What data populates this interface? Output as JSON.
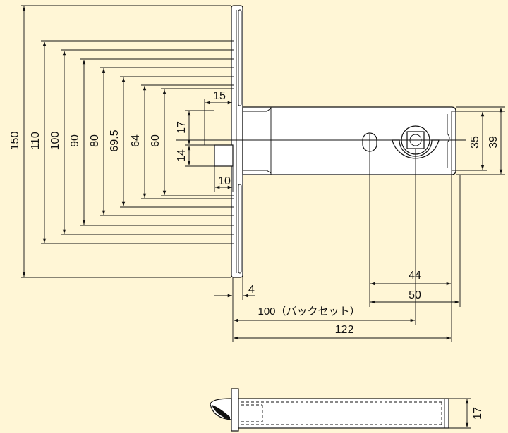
{
  "dimensions": {
    "d150": "150",
    "d110": "110",
    "d100": "100",
    "d90": "90",
    "d80": "80",
    "d69_5": "69.5",
    "d64": "64",
    "d60": "60",
    "d17": "17",
    "d14": "14",
    "d15": "15",
    "d10": "10",
    "d35": "35",
    "d39": "39",
    "d44": "44",
    "d50": "50",
    "d4": "4",
    "d100_backset": "100（バックセット）",
    "d122": "122",
    "d17_side": "17"
  },
  "colors": {
    "background": "#FFF6D6",
    "line": "#111111",
    "part_fill": "#FFFFFF"
  }
}
